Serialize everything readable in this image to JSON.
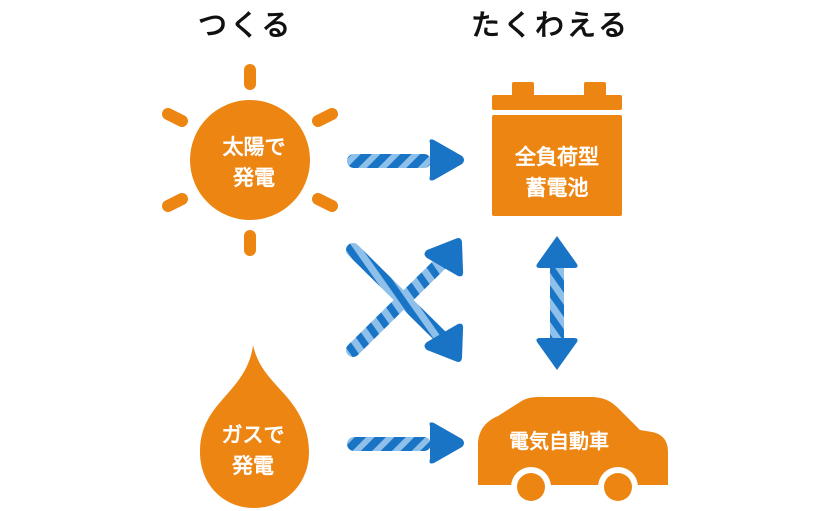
{
  "headings": {
    "make": "つくる",
    "store": "たくわえる"
  },
  "nodes": {
    "solar": {
      "line1": "太陽で",
      "line2": "発電",
      "icon": "sun-icon"
    },
    "gas": {
      "line1": "ガスで",
      "line2": "発電",
      "icon": "flame-drop-icon"
    },
    "battery": {
      "line1": "全負荷型",
      "line2": "蓄電池",
      "icon": "battery-icon"
    },
    "ev": {
      "label": "電気自動車",
      "icon": "car-icon"
    }
  },
  "colors": {
    "orange": "#ED8512",
    "blue_dark": "#1A74C6",
    "blue_light": "#8EC0EA",
    "text": "#111111"
  }
}
